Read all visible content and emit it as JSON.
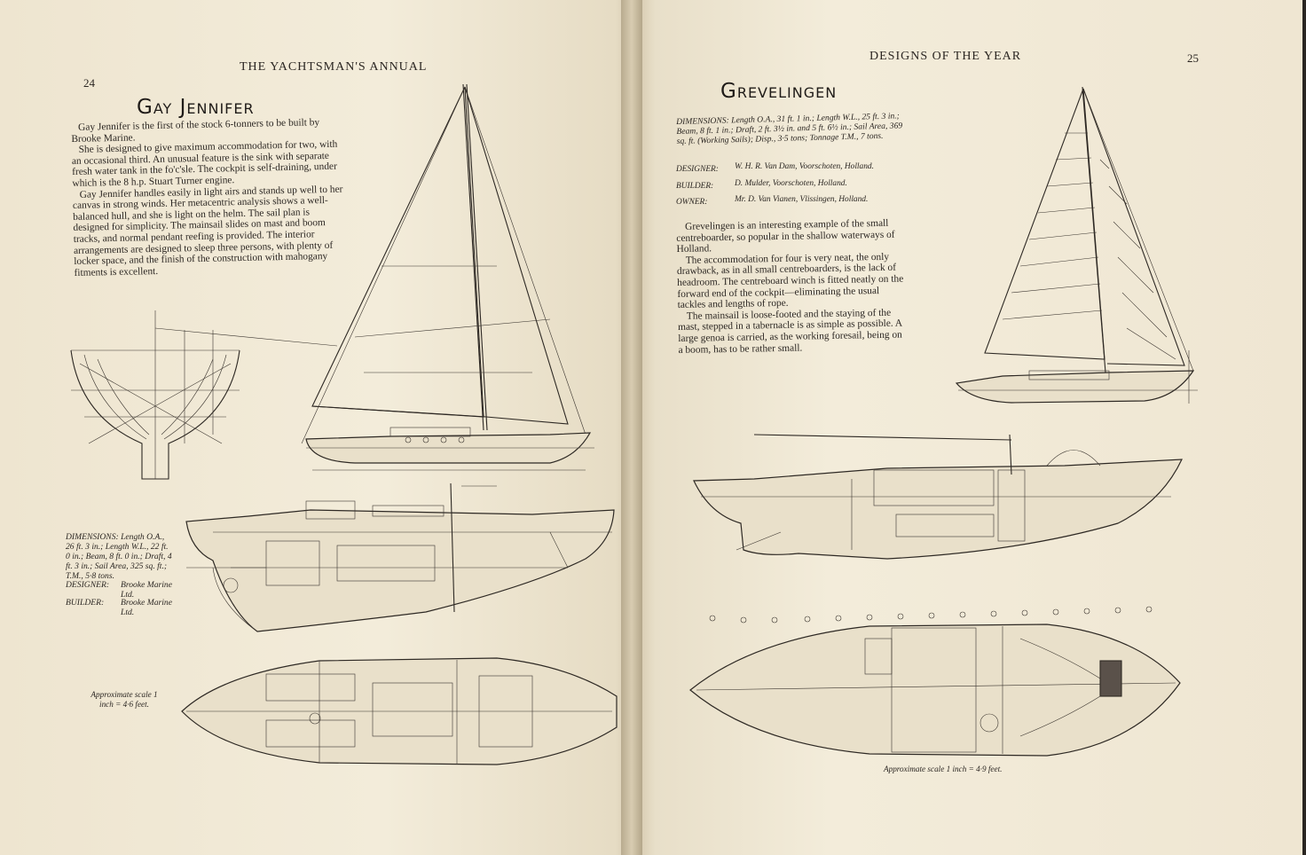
{
  "left_page": {
    "running_head": "THE YACHTSMAN'S ANNUAL",
    "page_number": "24",
    "title": "Gay Jennifer",
    "paragraphs": [
      "Gay Jennifer is the first of the stock 6-tonners to be built by Brooke Marine.",
      "She is designed to give maximum accommodation for two, with an occasional third. An unusual feature is the sink with separate fresh water tank in the fo'c'sle. The cockpit is self-draining, under which is the 8 h.p. Stuart Turner engine.",
      "Gay Jennifer handles easily in light airs and stands up well to her canvas in strong winds. Her metacentric analysis shows a well-balanced hull, and she is light on the helm. The sail plan is designed for simplicity. The mainsail slides on mast and boom tracks, and normal pendant reefing is provided. The interior arrangements are designed to sleep three persons, with plenty of locker space, and the finish of the construction with mahogany fitments is excellent."
    ],
    "specs": {
      "dimensions": "DIMENSIONS: Length O.A., 26 ft. 3 in.; Length W.L., 22 ft. 0 in.; Beam, 8 ft. 0 in.; Draft, 4 ft. 3 in.; Sail Area, 325 sq. ft.; T.M., 5·8 tons.",
      "designer_label": "DESIGNER:",
      "designer": "Brooke Marine Ltd.",
      "builder_label": "BUILDER:",
      "builder": "Brooke Marine Ltd."
    },
    "scale_caption": "Approximate scale 1 inch = 4·6 feet."
  },
  "right_page": {
    "running_head": "DESIGNS OF THE YEAR",
    "page_number": "25",
    "title": "Grevelingen",
    "specs": {
      "dimensions": "DIMENSIONS: Length O.A., 31 ft. 1 in.; Length W.L., 25 ft. 3 in.; Beam, 8 ft. 1 in.; Draft, 2 ft. 3½ in. and 5 ft. 6½ in.; Sail Area, 369 sq. ft. (Working Sails); Disp., 3·5 tons; Tonnage T.M., 7 tons.",
      "designer_label": "DESIGNER:",
      "designer": "W. H. R. Van Dam, Voorschoten, Holland.",
      "builder_label": "BUILDER:",
      "builder": "D. Mulder, Voorschoten, Holland.",
      "owner_label": "OWNER:",
      "owner": "Mr. D. Van Vianen, Vlissingen, Holland."
    },
    "paragraphs": [
      "Grevelingen is an interesting example of the small centreboarder, so popular in the shallow waterways of Holland.",
      "The accommodation for four is very neat, the only drawback, as in all small centreboarders, is the lack of headroom. The centreboard winch is fitted neatly on the forward end of the cockpit—eliminating the usual tackles and lengths of rope.",
      "The mainsail is loose-footed and the staying of the mast, stepped in a tabernacle is as simple as possible. A large genoa is carried, as the working foresail, being on a boom, has to be rather small."
    ],
    "scale_caption": "Approximate scale 1 inch = 4·9 feet."
  }
}
